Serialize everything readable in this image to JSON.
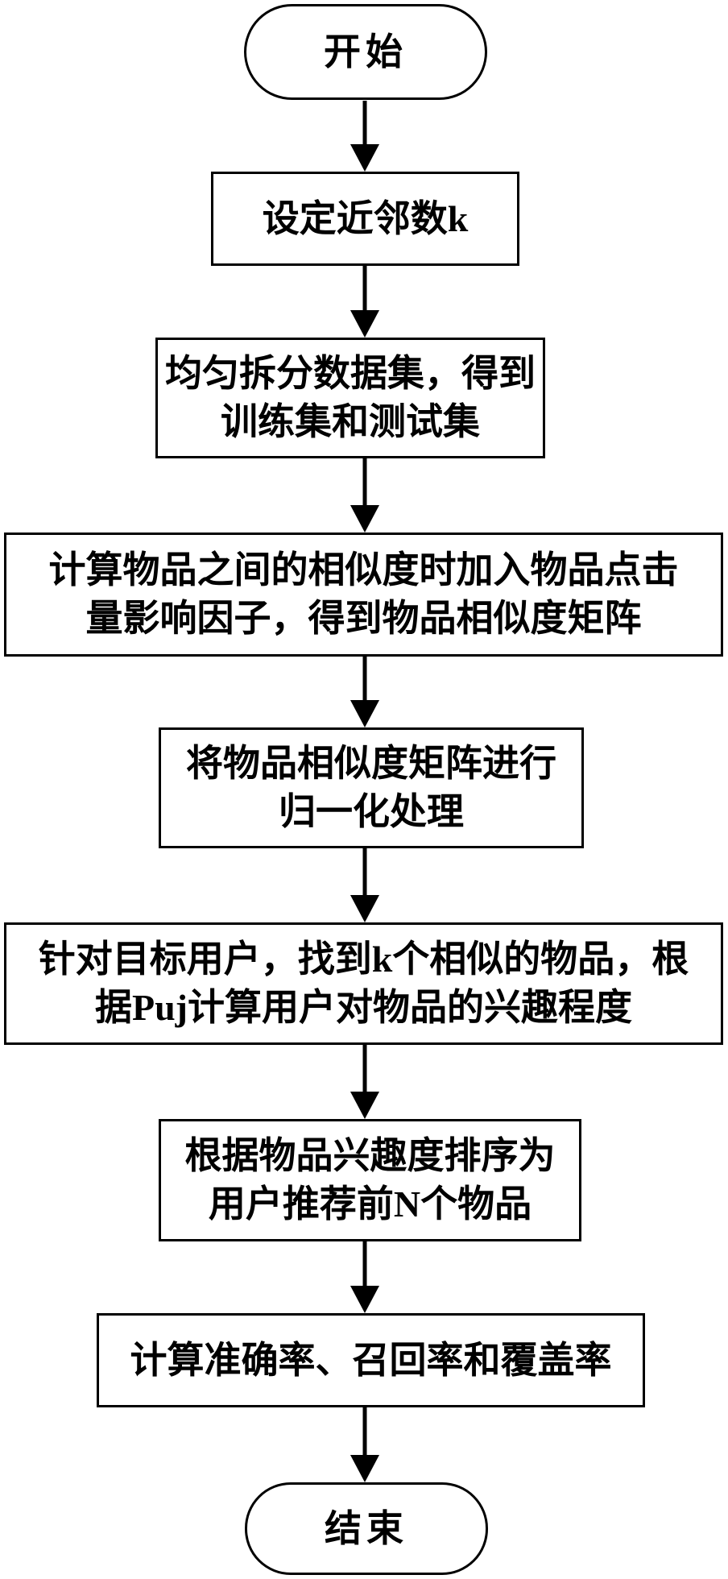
{
  "diagram": {
    "type": "flowchart",
    "background_color": "#ffffff",
    "stroke_color": "#000000",
    "text_color": "#000000",
    "nodes": [
      {
        "id": "start",
        "shape": "terminator",
        "lines": [
          "开始"
        ]
      },
      {
        "id": "set-neighbor-k",
        "shape": "process",
        "lines": [
          "设定近邻数k"
        ]
      },
      {
        "id": "split-dataset",
        "shape": "process",
        "lines": [
          "均匀拆分数据集，得到",
          "训练集和测试集"
        ]
      },
      {
        "id": "similarity-click-factor",
        "shape": "process",
        "lines": [
          "计算物品之间的相似度时加入物品点击",
          "量影响因子，得到物品相似度矩阵"
        ]
      },
      {
        "id": "normalize-matrix",
        "shape": "process",
        "lines": [
          "将物品相似度矩阵进行",
          "归一化处理"
        ]
      },
      {
        "id": "find-k-similar-items",
        "shape": "process",
        "lines": [
          "针对目标用户，找到k个相似的物品，根",
          "据Puj计算用户对物品的兴趣程度"
        ]
      },
      {
        "id": "recommend-top-n",
        "shape": "process",
        "lines": [
          "根据物品兴趣度排序为",
          "用户推荐前N个物品"
        ]
      },
      {
        "id": "compute-metrics",
        "shape": "process",
        "lines": [
          "计算准确率、召回率和覆盖率"
        ]
      },
      {
        "id": "end",
        "shape": "terminator",
        "lines": [
          "结束"
        ]
      }
    ],
    "edges": [
      {
        "from": "start",
        "to": "set-neighbor-k"
      },
      {
        "from": "set-neighbor-k",
        "to": "split-dataset"
      },
      {
        "from": "split-dataset",
        "to": "similarity-click-factor"
      },
      {
        "from": "similarity-click-factor",
        "to": "normalize-matrix"
      },
      {
        "from": "normalize-matrix",
        "to": "find-k-similar-items"
      },
      {
        "from": "find-k-similar-items",
        "to": "recommend-top-n"
      },
      {
        "from": "recommend-top-n",
        "to": "compute-metrics"
      },
      {
        "from": "compute-metrics",
        "to": "end"
      }
    ]
  }
}
